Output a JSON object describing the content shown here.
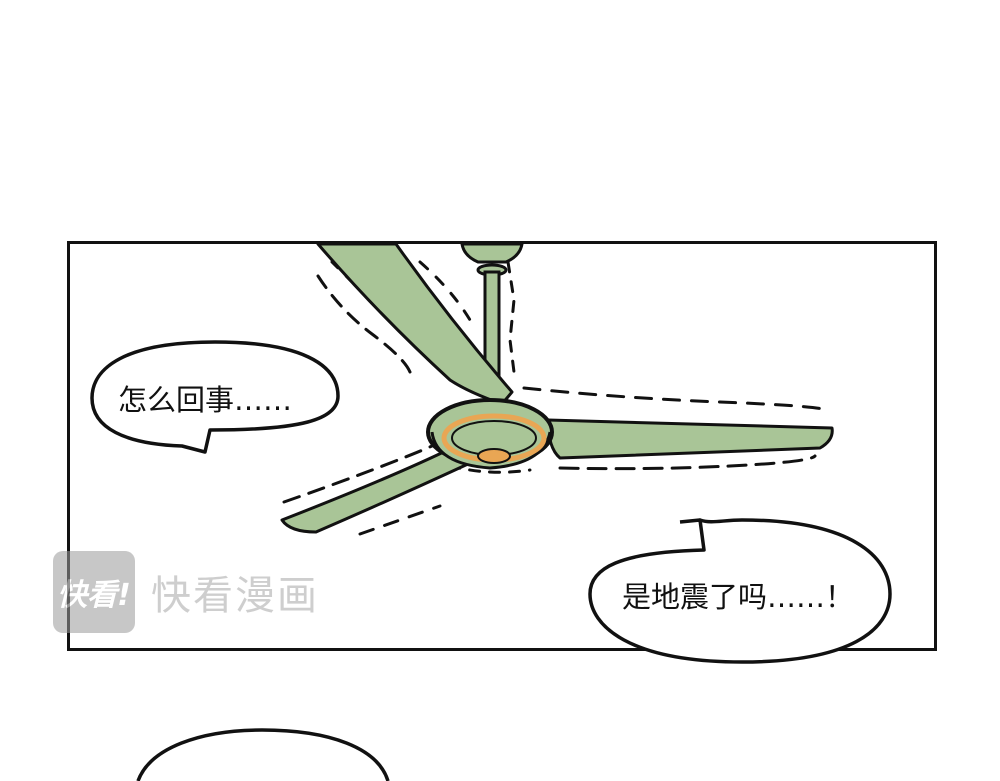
{
  "speech": {
    "top_left": "怎么回事……",
    "bottom_right": "是地震了吗……！"
  },
  "watermark": {
    "logo_text": "快看!",
    "brand": "快看漫画"
  },
  "colors": {
    "fan_green": "#a9c597",
    "fan_outline": "#111111",
    "fan_accent_orange": "#e9a654",
    "watermark_gray": "#a7a7a7"
  }
}
